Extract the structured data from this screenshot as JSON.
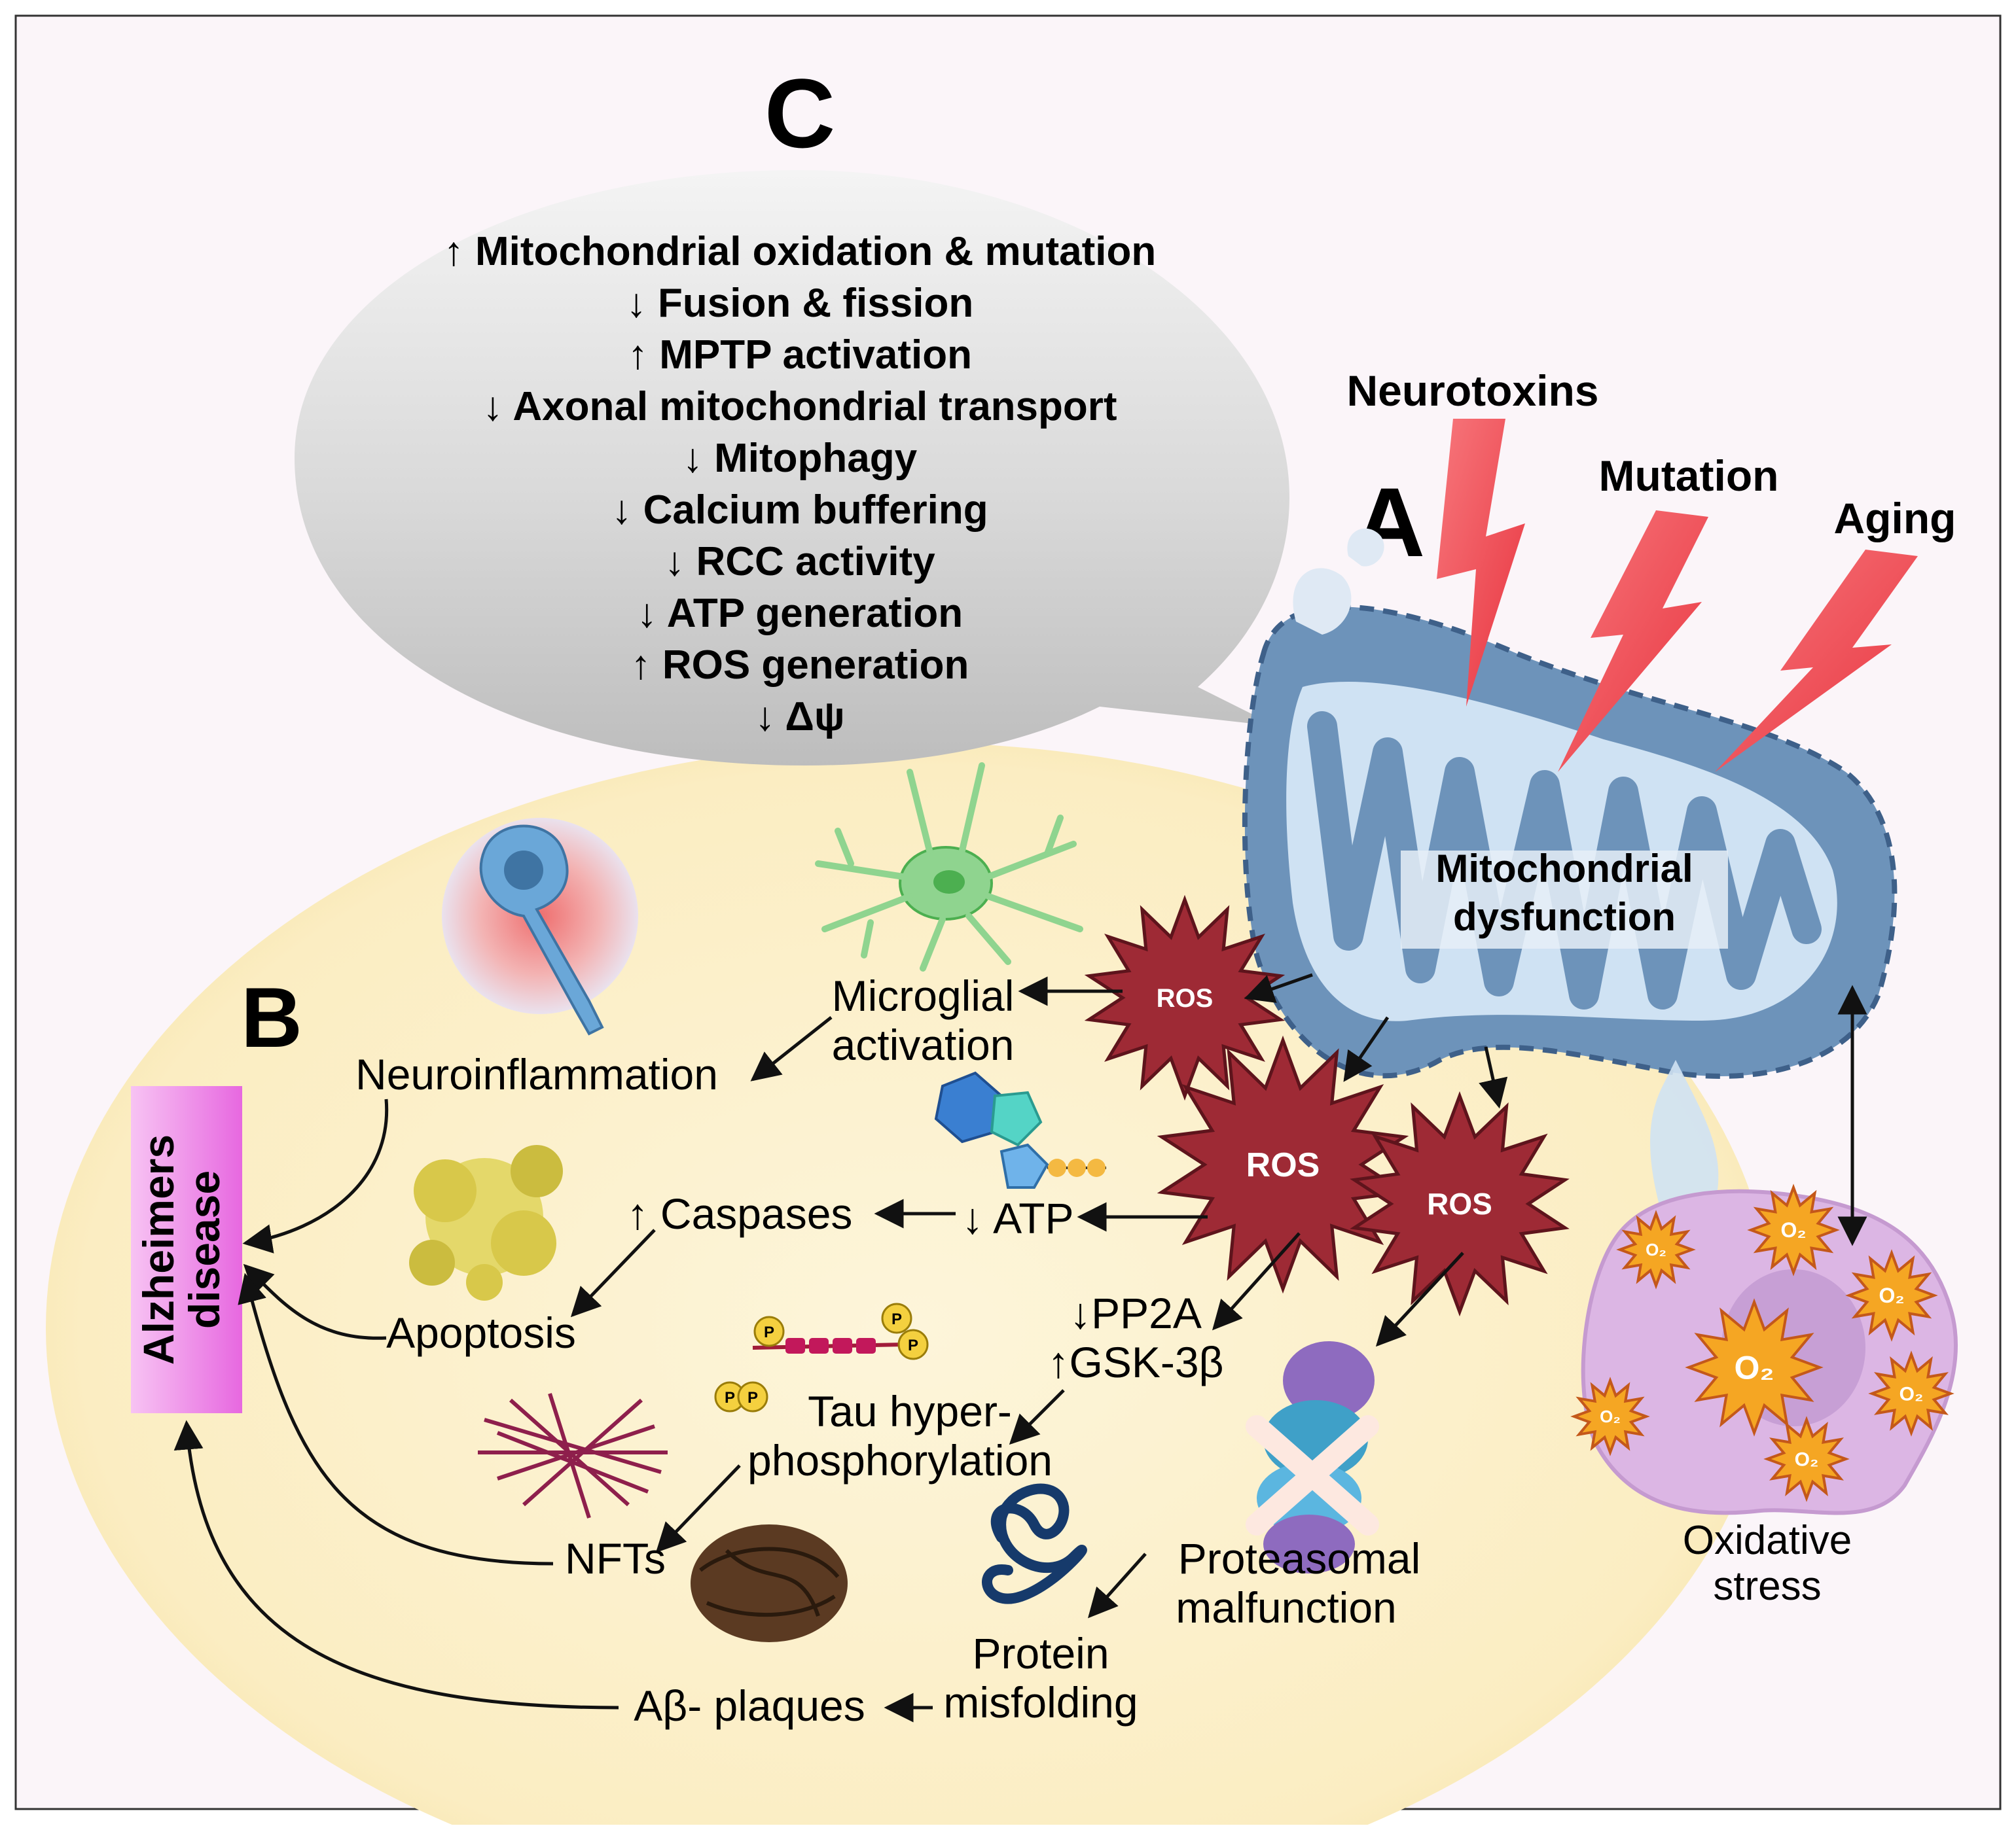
{
  "panels": {
    "a": "A",
    "b": "B",
    "c": "C"
  },
  "bubble_lines": [
    {
      "arrow": "↑",
      "text": "Mitochondrial oxidation & mutation"
    },
    {
      "arrow": "↓",
      "text": "Fusion & fission"
    },
    {
      "arrow": "↑",
      "text": "MPTP activation"
    },
    {
      "arrow": "↓",
      "text": "Axonal mitochondrial transport"
    },
    {
      "arrow": "↓",
      "text": "Mitophagy"
    },
    {
      "arrow": "↓",
      "text": "Calcium buffering"
    },
    {
      "arrow": "↓",
      "text": "RCC activity"
    },
    {
      "arrow": "↓",
      "text": "ATP generation"
    },
    {
      "arrow": "↑",
      "text": "ROS generation"
    },
    {
      "arrow": "↓",
      "text": "Δψ"
    }
  ],
  "stressors": {
    "neurotoxins": "Neurotoxins",
    "mutation": "Mutation",
    "aging": "Aging"
  },
  "mito_label": {
    "line1": "Mitochondrial",
    "line2": "dysfunction"
  },
  "ros": "ROS",
  "oxidative_stress": {
    "line1": "Oxidative",
    "line2": "stress"
  },
  "superoxide": "O₂",
  "disease": {
    "line1": "Alzheimers",
    "line2": "disease"
  },
  "nodes": {
    "microglial": {
      "line1": "Microglial",
      "line2": "activation"
    },
    "neuroinflammation": "Neuroinflammation",
    "caspases": "↑ Caspases",
    "atp": "↓ ATP",
    "apoptosis": "Apoptosis",
    "pp2a": "↓PP2A",
    "gsk": "↑GSK-3β",
    "tau": {
      "line1": "Tau hyper-",
      "line2": "phosphorylation"
    },
    "nfts": "NFTs",
    "proteasomal": {
      "line1": "Proteasomal",
      "line2": "malfunction"
    },
    "protein": {
      "line1": "Protein",
      "line2": "misfolding"
    },
    "abeta": "Aβ- plaques"
  },
  "icon_letters": {
    "phosphate": "P"
  },
  "colors": {
    "ros_fill": "#9e2a35",
    "lightning": "#ef4a52",
    "mito_blue": "#6b93b8",
    "disease_box": "#ee82ee",
    "oval": "#fbeec0",
    "bubble": "#d7d7d7"
  }
}
